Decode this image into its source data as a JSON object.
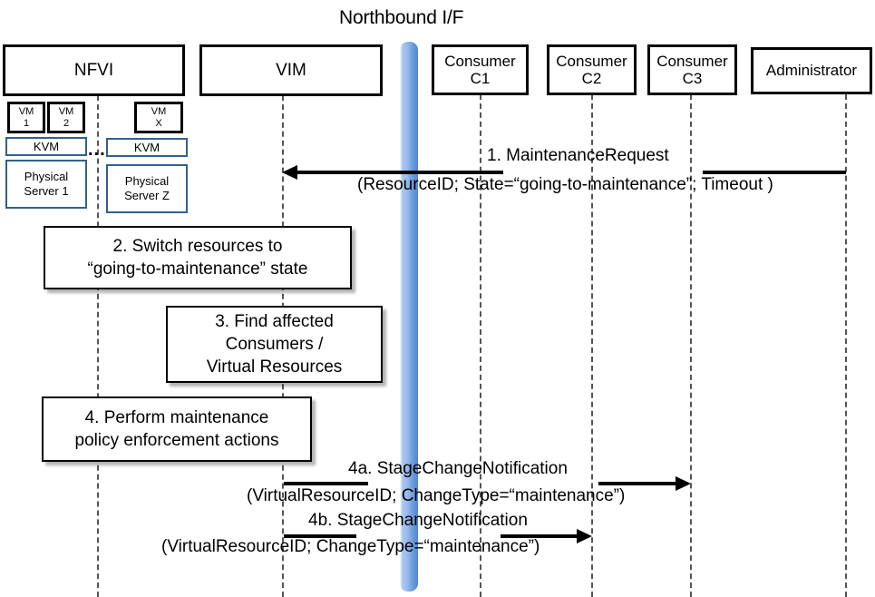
{
  "diagram": {
    "title": "Northbound I/F",
    "colors": {
      "lifeline": "#555555",
      "northbound_bar": "#6b9bdc",
      "infra_box_border": "#31608f",
      "actor_border": "#000000"
    }
  },
  "actors": [
    {
      "id": "nfvi",
      "label": "NFVI"
    },
    {
      "id": "vim",
      "label": "VIM"
    },
    {
      "id": "c1",
      "label": "Consumer\nC1",
      "line1": "Consumer",
      "line2": "C1"
    },
    {
      "id": "c2",
      "label": "Consumer\nC2",
      "line1": "Consumer",
      "line2": "C2"
    },
    {
      "id": "c3",
      "label": "Consumer\nC3",
      "line1": "Consumer",
      "line2": "C3"
    },
    {
      "id": "admin",
      "label": "Administrator",
      "line1": "Administrator",
      "line2": ""
    }
  ],
  "infrastructure": {
    "vm1": "VM\n1",
    "vm1_line1": "VM",
    "vm1_line2": "1",
    "vm2_line1": "VM",
    "vm2_line2": "2",
    "vmx_line1": "VM",
    "vmx_line2": "X",
    "kvm_left": "KVM",
    "kvm_right": "KVM",
    "server_left_line1": "Physical",
    "server_left_line2": "Server 1",
    "server_right_line1": "Physical",
    "server_right_line2": "Server Z",
    "ellipsis": "..."
  },
  "messages": [
    {
      "id": "m1",
      "number": "1.",
      "name": "MaintenanceRequest",
      "title": "1.   MaintenanceRequest",
      "params": "(ResourceID; State=“going-to-maintenance”; Timeout )",
      "from": "admin",
      "to": "vim",
      "direction": "left"
    },
    {
      "id": "m4a",
      "number": "4a.",
      "name": "StageChangeNotification",
      "title": "4a. StageChangeNotification",
      "params": "(VirtualResourceID; ChangeType=“maintenance”)",
      "from": "vim",
      "to": "c3",
      "direction": "right"
    },
    {
      "id": "m4b",
      "number": "4b.",
      "name": "StageChangeNotification",
      "title": "4b. StageChangeNotification",
      "params": "(VirtualResourceID; ChangeType=“maintenance”)",
      "from": "vim",
      "to": "c2",
      "direction": "right"
    }
  ],
  "notes": [
    {
      "id": "n2",
      "line1": "2. Switch resources to",
      "line2": "“going-to-maintenance” state",
      "line3": ""
    },
    {
      "id": "n3",
      "line1": "3. Find affected",
      "line2": "Consumers /",
      "line3": "Virtual Resources"
    },
    {
      "id": "n4",
      "line1": "4. Perform maintenance",
      "line2": "policy enforcement actions",
      "line3": ""
    }
  ]
}
